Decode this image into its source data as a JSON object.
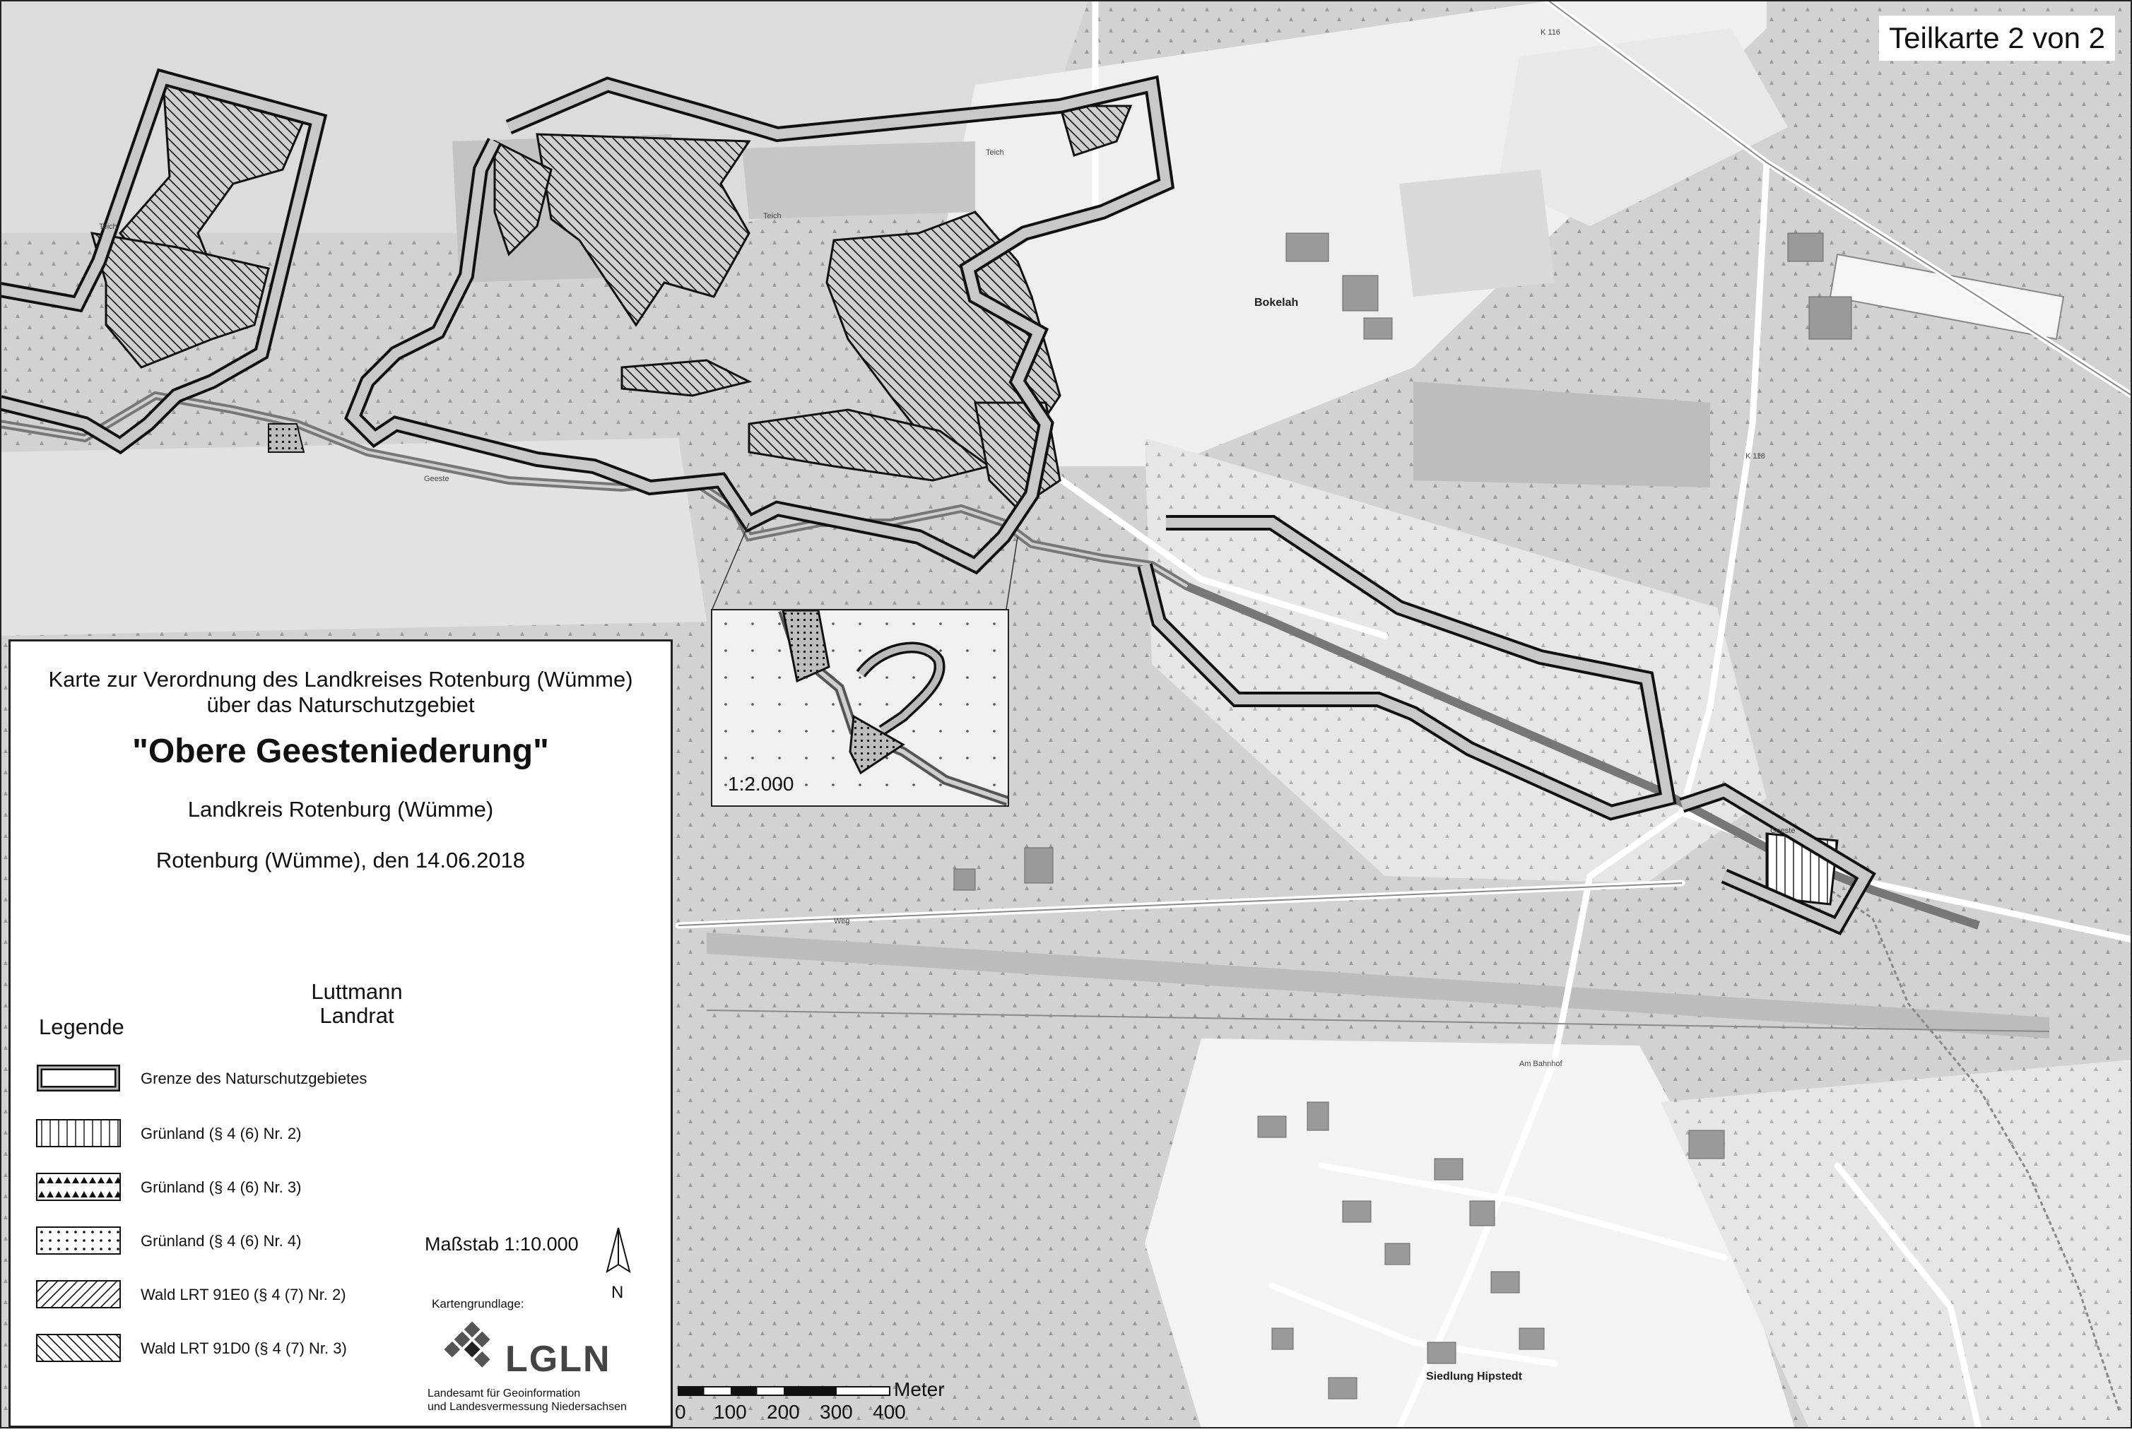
{
  "header": {
    "sheet": "Teilkarte 2 von 2"
  },
  "title_block": {
    "line1": "Karte zur Verordnung des Landkreises Rotenburg (Wümme)",
    "line2": "über das Naturschutzgebiet",
    "name": "\"Obere Geesteniederung\"",
    "district": "Landkreis Rotenburg (Wümme)",
    "place_date": "Rotenburg (Wümme), den 14.06.2018",
    "signer_name": "Luttmann",
    "signer_title": "Landrat"
  },
  "legend": {
    "title": "Legende",
    "items": [
      {
        "label": "Grenze des Naturschutzgebietes",
        "pattern": "boundary"
      },
      {
        "label": "Grünland (§ 4 (6) Nr. 2)",
        "pattern": "vertical-lines"
      },
      {
        "label": "Grünland (§ 4 (6) Nr. 3)",
        "pattern": "triangles"
      },
      {
        "label": "Grünland (§ 4 (6) Nr. 4)",
        "pattern": "dots"
      },
      {
        "label": "Wald LRT 91E0 (§ 4 (7) Nr. 2)",
        "pattern": "diagonal-forward"
      },
      {
        "label": "Wald LRT 91D0 (§ 4 (7) Nr. 3)",
        "pattern": "diagonal-backward"
      }
    ]
  },
  "scale": {
    "text": "Maßstab 1:10.000",
    "inset": "1:2.000",
    "bar_unit": "Meter",
    "bar_ticks": [
      "0",
      "100",
      "200",
      "300",
      "400"
    ]
  },
  "north_arrow": {
    "label": "N",
    "icon": "north-arrow-icon"
  },
  "source": {
    "label": "Kartengrundlage:",
    "logo_text": "LGLN",
    "agency_line1": "Landesamt für Geoinformation",
    "agency_line2": "und Landesvermessung Niedersachsen"
  },
  "place_labels": {
    "bokelah": "Bokelah",
    "siedlung": "Siedlung Hipstedt",
    "teich": "Teich",
    "geeste": "Geeste",
    "k116": "K 116",
    "k118": "K 118",
    "weg": "Weg",
    "am_bahnhof": "Am Bahnhof"
  }
}
